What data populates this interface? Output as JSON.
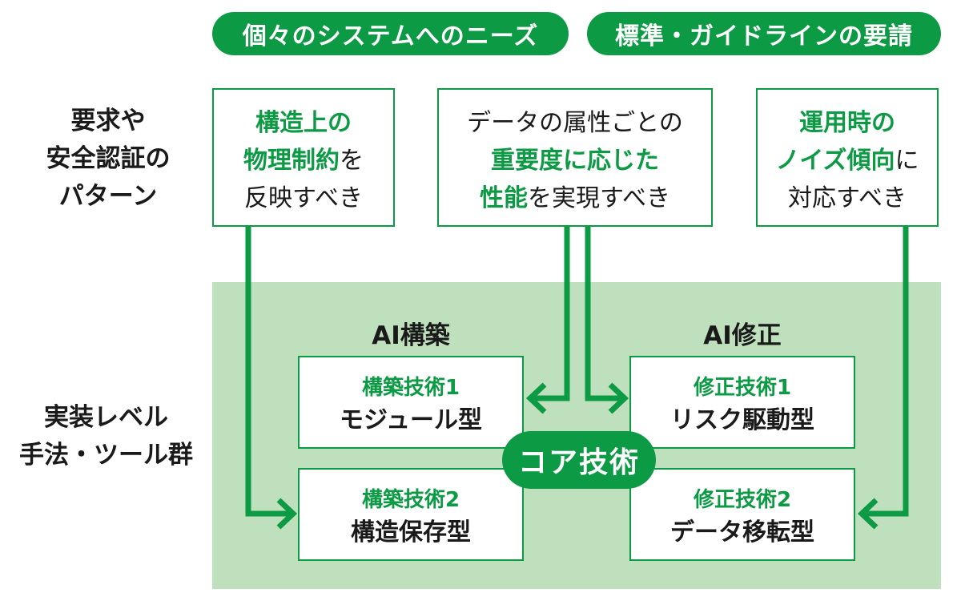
{
  "header_pills": [
    {
      "label": "個々のシステムへのニーズ"
    },
    {
      "label": "標準・ガイドラインの要請"
    }
  ],
  "side_labels": {
    "requirements": [
      "要求や",
      "安全認証の",
      "パターン"
    ],
    "implementation": [
      "実装レベル",
      "手法・ツール群"
    ]
  },
  "requirement_boxes": [
    {
      "lines": [
        {
          "parts": [
            {
              "text": "構造上の",
              "hl": true
            }
          ]
        },
        {
          "parts": [
            {
              "text": "物理制約",
              "hl": true
            },
            {
              "text": "を",
              "hl": false
            }
          ]
        },
        {
          "parts": [
            {
              "text": "反映すべき",
              "hl": false
            }
          ]
        }
      ]
    },
    {
      "lines": [
        {
          "parts": [
            {
              "text": "データの属性ごとの",
              "hl": false
            }
          ]
        },
        {
          "parts": [
            {
              "text": "重要度に応じた",
              "hl": true
            }
          ]
        },
        {
          "parts": [
            {
              "text": "性能",
              "hl": true
            },
            {
              "text": "を実現すべき",
              "hl": false
            }
          ]
        }
      ]
    },
    {
      "lines": [
        {
          "parts": [
            {
              "text": "運用時の",
              "hl": true
            }
          ]
        },
        {
          "parts": [
            {
              "text": "ノイズ傾向",
              "hl": true
            },
            {
              "text": "に",
              "hl": false
            }
          ]
        },
        {
          "parts": [
            {
              "text": "対応すべき",
              "hl": false
            }
          ]
        }
      ]
    }
  ],
  "sections": {
    "construction": "AI構築",
    "correction": "AI修正"
  },
  "tech_boxes": {
    "construction_1": {
      "sub": "構築技術1",
      "main": "モジュール型"
    },
    "construction_2": {
      "sub": "構築技術2",
      "main": "構造保存型"
    },
    "correction_1": {
      "sub": "修正技術1",
      "main": "リスク駆動型"
    },
    "correction_2": {
      "sub": "修正技術2",
      "main": "データ移転型"
    }
  },
  "core_label": "コア技術",
  "colors": {
    "accent": "#0d9a45",
    "area_background": "#bfe0bd"
  }
}
